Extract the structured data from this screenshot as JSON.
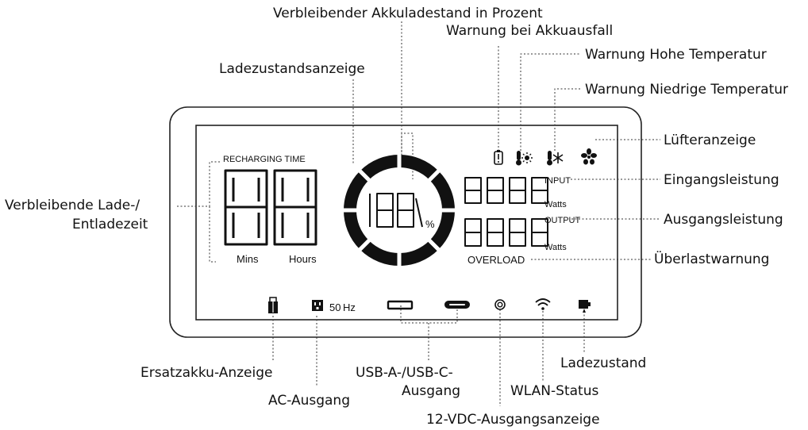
{
  "labels": {
    "remaining_percent": "Verbleibender Akkuladestand in Prozent",
    "battery_failure": "Warnung bei Akkuausfall",
    "high_temp": "Warnung Hohe Temperatur",
    "low_temp": "Warnung Niedrige Temperatur",
    "charge_indicator": "Ladezustandsanzeige",
    "fan": "Lüfteranzeige",
    "input_power": "Eingangsleistung",
    "remaining_time_1": "Verbleibende Lade-/",
    "remaining_time_2": "Entladezeit",
    "output_power": "Ausgangsleistung",
    "overload_warning": "Überlastwarnung",
    "spare_battery": "Ersatzakku-Anzeige",
    "ac_output": "AC-Ausgang",
    "usb_1": "USB-A-/USB-C-",
    "usb_2": "Ausgang",
    "dc_output": "12-VDC-Ausgangsanzeige",
    "wifi": "WLAN-Status",
    "charge_state": "Ladezustand"
  },
  "display": {
    "recharging_time": "RECHARGING TIME",
    "mins": "Mins",
    "hours": "Hours",
    "percent_sign": "%",
    "input": "INPUT",
    "output": "OUTPUT",
    "watts_1": "Watts",
    "watts_2": "Watts",
    "overload": "OVERLOAD",
    "hz": "Hz",
    "ac_freq": "50"
  },
  "icons": [
    "battery-warning-icon",
    "high-temp-icon",
    "low-temp-icon",
    "fan-icon",
    "spare-battery-icon",
    "ac-outlet-icon",
    "usb-a-icon",
    "usb-c-icon",
    "dc-output-icon",
    "wifi-icon",
    "charging-icon"
  ]
}
